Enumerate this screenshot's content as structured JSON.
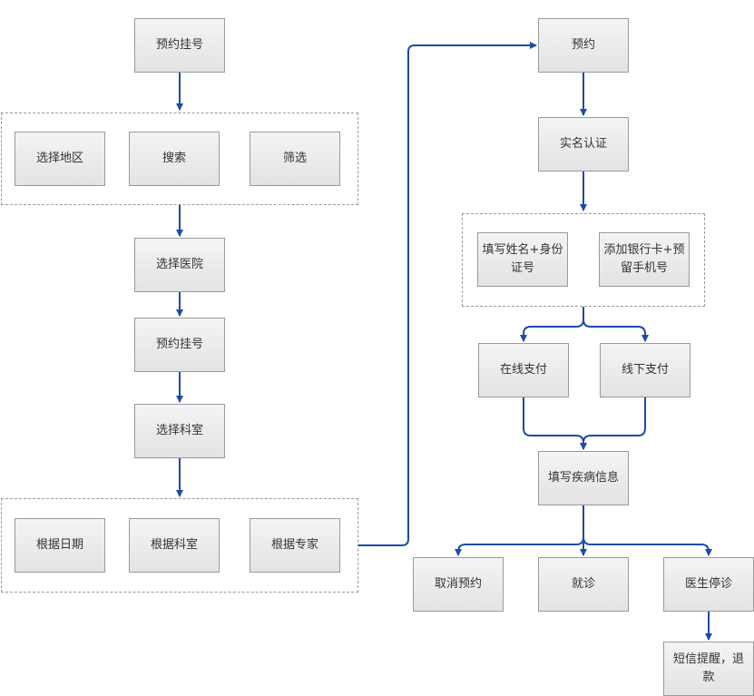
{
  "colors": {
    "connector": "#1f4aa8",
    "node_border": "#9a9a9a",
    "node_fill_top": "#f4f4f4",
    "node_fill_bottom": "#e3e3e3",
    "group_border": "#9a9a9a",
    "text": "#333333"
  },
  "nodes": {
    "book_registration_top": "预约挂号",
    "select_region": "选择地区",
    "search": "搜索",
    "filter": "筛选",
    "select_hospital": "选择医院",
    "book_registration": "预约挂号",
    "select_department": "选择科室",
    "by_date": "根据日期",
    "by_department": "根据科室",
    "by_expert": "根据专家",
    "reserve": "预约",
    "real_name_auth": "实名认证",
    "fill_name_id": "填写姓名+身份证号",
    "add_bank_card": "添加银行卡+预留手机号",
    "pay_online": "在线支付",
    "pay_offline": "线下支付",
    "fill_illness_info": "填写疾病信息",
    "cancel_reservation": "取消预约",
    "visit_doctor": "就诊",
    "doctor_suspended": "医生停诊",
    "sms_refund": "短信提醒，退款"
  }
}
